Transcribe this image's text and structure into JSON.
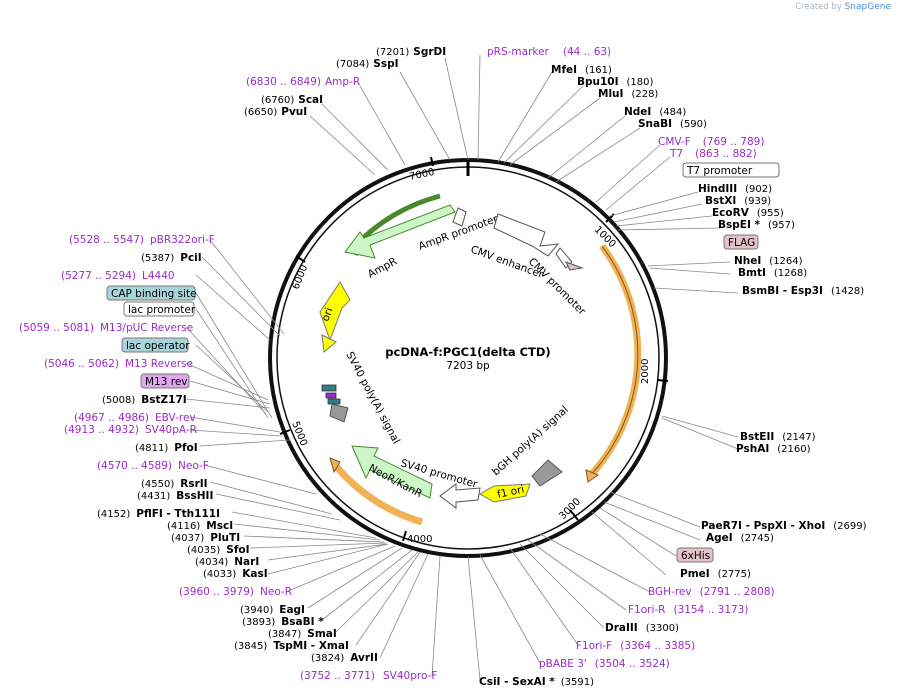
{
  "credit": {
    "prefix": "Created by",
    "brand": "SnapGene"
  },
  "plasmid": {
    "name": "pcDNA-f:PGC1(delta CTD)",
    "length": "7203 bp"
  },
  "ticks": [
    "1000",
    "2000",
    "3000",
    "4000",
    "5000",
    "6000",
    "7000"
  ],
  "features": {
    "ampr_promoter": "AmpR promoter",
    "ampr": "AmpR",
    "ori": "ori",
    "cmv_enhancer": "CMV enhancer",
    "cmv_promoter": "CMV promoter",
    "sv40_polya_left": "SV40 poly(A) signal",
    "sv40_promoter": "SV40 promoter",
    "neor": "NeoR/KanR",
    "f1_ori": "f1 ori",
    "bgh_polya": "bGH poly(A) signal"
  },
  "boxed": {
    "t7_promoter": "T7 promoter",
    "flag": "FLAG",
    "cap_site": "CAP binding site",
    "lac_promoter": "lac promoter",
    "lac_operator": "lac operator",
    "m13_rev": "M13 rev",
    "his6": "6xHis"
  },
  "labels": [
    {
      "pos": "(7201)",
      "name": "SgrDI",
      "kind": "enzyme"
    },
    {
      "pos": "(7084)",
      "name": "SspI",
      "kind": "enzyme"
    },
    {
      "pos": "(6830 .. 6849)",
      "name": "Amp-R",
      "kind": "primer"
    },
    {
      "pos": "(6760)",
      "name": "ScaI",
      "kind": "enzyme"
    },
    {
      "pos": "(6650)",
      "name": "PvuI",
      "kind": "enzyme"
    },
    {
      "name": "pRS-marker",
      "pos": "(44 .. 63)",
      "kind": "primer"
    },
    {
      "name": "MfeI",
      "pos": "(161)",
      "kind": "enzyme"
    },
    {
      "name": "Bpu10I",
      "pos": "(180)",
      "kind": "enzyme"
    },
    {
      "name": "MluI",
      "pos": "(228)",
      "kind": "enzyme"
    },
    {
      "name": "NdeI",
      "pos": "(484)",
      "kind": "enzyme"
    },
    {
      "name": "SnaBI",
      "pos": "(590)",
      "kind": "enzyme"
    },
    {
      "name": "CMV-F",
      "pos": "(769 .. 789)",
      "kind": "primer"
    },
    {
      "name": "T7",
      "pos": "(863 .. 882)",
      "kind": "primer"
    },
    {
      "name": "HindIII",
      "pos": "(902)",
      "kind": "enzyme"
    },
    {
      "name": "BstXI",
      "pos": "(939)",
      "kind": "enzyme"
    },
    {
      "name": "EcoRV",
      "pos": "(955)",
      "kind": "enzyme"
    },
    {
      "name": "BspEI *",
      "pos": "(957)",
      "kind": "enzyme"
    },
    {
      "name": "NheI",
      "pos": "(1264)",
      "kind": "enzyme"
    },
    {
      "name": "BmtI",
      "pos": "(1268)",
      "kind": "enzyme"
    },
    {
      "name": "BsmBI   - Esp3I",
      "pos": "(1428)",
      "kind": "enzyme"
    },
    {
      "name": "BstEII",
      "pos": "(2147)",
      "kind": "enzyme"
    },
    {
      "name": "PshAI",
      "pos": "(2160)",
      "kind": "enzyme"
    },
    {
      "name": "PaeR7I  - PspXI  - XhoI",
      "pos": "(2699)",
      "kind": "enzyme"
    },
    {
      "name": "AgeI",
      "pos": "(2745)",
      "kind": "enzyme"
    },
    {
      "name": "PmeI",
      "pos": "(2775)",
      "kind": "enzyme"
    },
    {
      "name": "BGH-rev",
      "pos": "(2791 .. 2808)",
      "kind": "primer"
    },
    {
      "name": "F1ori-R",
      "pos": "(3154 .. 3173)",
      "kind": "primer"
    },
    {
      "name": "DraIII",
      "pos": "(3300)",
      "kind": "enzyme"
    },
    {
      "name": "F1ori-F",
      "pos": "(3364 .. 3385)",
      "kind": "primer"
    },
    {
      "name": "pBABE 3'",
      "pos": "(3504 .. 3524)",
      "kind": "primer"
    },
    {
      "name": "CsiI   - SexAI *",
      "pos": "(3591)",
      "kind": "enzyme"
    },
    {
      "pos": "(3752 .. 3771)",
      "name": "SV40pro-F",
      "kind": "primer"
    },
    {
      "pos": "(3824)",
      "name": "AvrII",
      "kind": "enzyme"
    },
    {
      "pos": "(3845)",
      "name": "TspMI  - XmaI",
      "kind": "enzyme"
    },
    {
      "pos": "(3847)",
      "name": "SmaI",
      "kind": "enzyme"
    },
    {
      "pos": "(3893)",
      "name": "BsaBI *",
      "kind": "enzyme"
    },
    {
      "pos": "(3940)",
      "name": "EagI",
      "kind": "enzyme"
    },
    {
      "pos": "(3960 .. 3979)",
      "name": "Neo-R",
      "kind": "primer"
    },
    {
      "pos": "(4033)",
      "name": "KasI",
      "kind": "enzyme"
    },
    {
      "pos": "(4034)",
      "name": "NarI",
      "kind": "enzyme"
    },
    {
      "pos": "(4035)",
      "name": "SfoI",
      "kind": "enzyme"
    },
    {
      "pos": "(4037)",
      "name": "PluTI",
      "kind": "enzyme"
    },
    {
      "pos": "(4116)",
      "name": "MscI",
      "kind": "enzyme"
    },
    {
      "pos": "(4152)",
      "name": "PflFI  - Tth111I",
      "kind": "enzyme"
    },
    {
      "pos": "(4431)",
      "name": "BssHII",
      "kind": "enzyme"
    },
    {
      "pos": "(4550)",
      "name": "RsrII",
      "kind": "enzyme"
    },
    {
      "pos": "(4570 .. 4589)",
      "name": "Neo-F",
      "kind": "primer"
    },
    {
      "pos": "(4811)",
      "name": "PfoI",
      "kind": "enzyme"
    },
    {
      "pos": "(4913 .. 4932)",
      "name": "SV40pA-R",
      "kind": "primer"
    },
    {
      "pos": "(4967 .. 4986)",
      "name": "EBV-rev",
      "kind": "primer"
    },
    {
      "pos": "(5008)",
      "name": "BstZ17I",
      "kind": "enzyme"
    },
    {
      "pos": "(5046 .. 5062)",
      "name": "M13 Reverse",
      "kind": "primer"
    },
    {
      "pos": "(5059 .. 5081)",
      "name": "M13/pUC Reverse",
      "kind": "primer"
    },
    {
      "pos": "(5277 .. 5294)",
      "name": "L4440",
      "kind": "primer"
    },
    {
      "pos": "(5387)",
      "name": "PciI",
      "kind": "enzyme"
    },
    {
      "pos": "(5528 .. 5547)",
      "name": "pBR322ori-F",
      "kind": "primer"
    }
  ],
  "colors": {
    "enzyme": "#000000",
    "primer": "#9a2ac9",
    "ampr": "#ccf5c8",
    "ori": "#ffff00",
    "cds_orange": "#f0b254",
    "lac_box": "#a8d5db",
    "m13_box": "#e0a7f0",
    "pink_box": "#e7c1c9"
  }
}
